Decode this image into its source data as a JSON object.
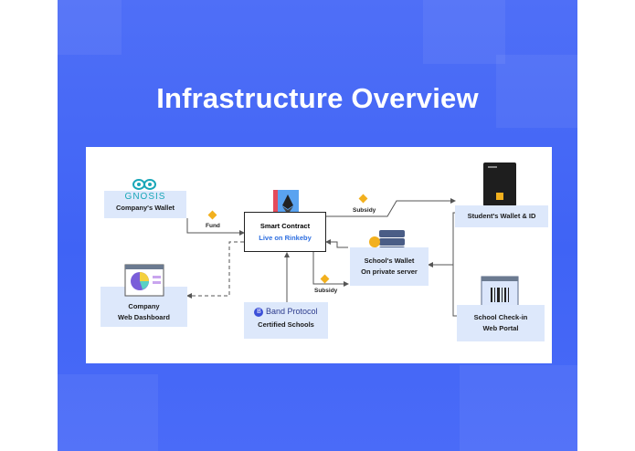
{
  "title": "Infrastructure Overview",
  "nodes": {
    "gnosis_logo": "GNOSIS",
    "company_wallet": "Company's Wallet",
    "company_dashboard": [
      "Company",
      "Web Dashboard"
    ],
    "smart_contract": "Smart Contract",
    "smart_contract_sub": "Live on Rinkeby",
    "band_logo": "Band Protocol",
    "certified_schools": "Certified Schools",
    "school_wallet": [
      "School's Wallet",
      "On private server"
    ],
    "student_wallet": "Student's Wallet & ID",
    "school_checkin": [
      "School Check-in",
      "Web Portal"
    ]
  },
  "edges": {
    "fund": "Fund",
    "subsidy_top": "Subsidy",
    "subsidy_bottom": "Subsidy"
  },
  "colors": {
    "background": "#4466f6",
    "box": "#dde8fb",
    "accent": "#2f6fe0",
    "token": "#f2b01e"
  }
}
